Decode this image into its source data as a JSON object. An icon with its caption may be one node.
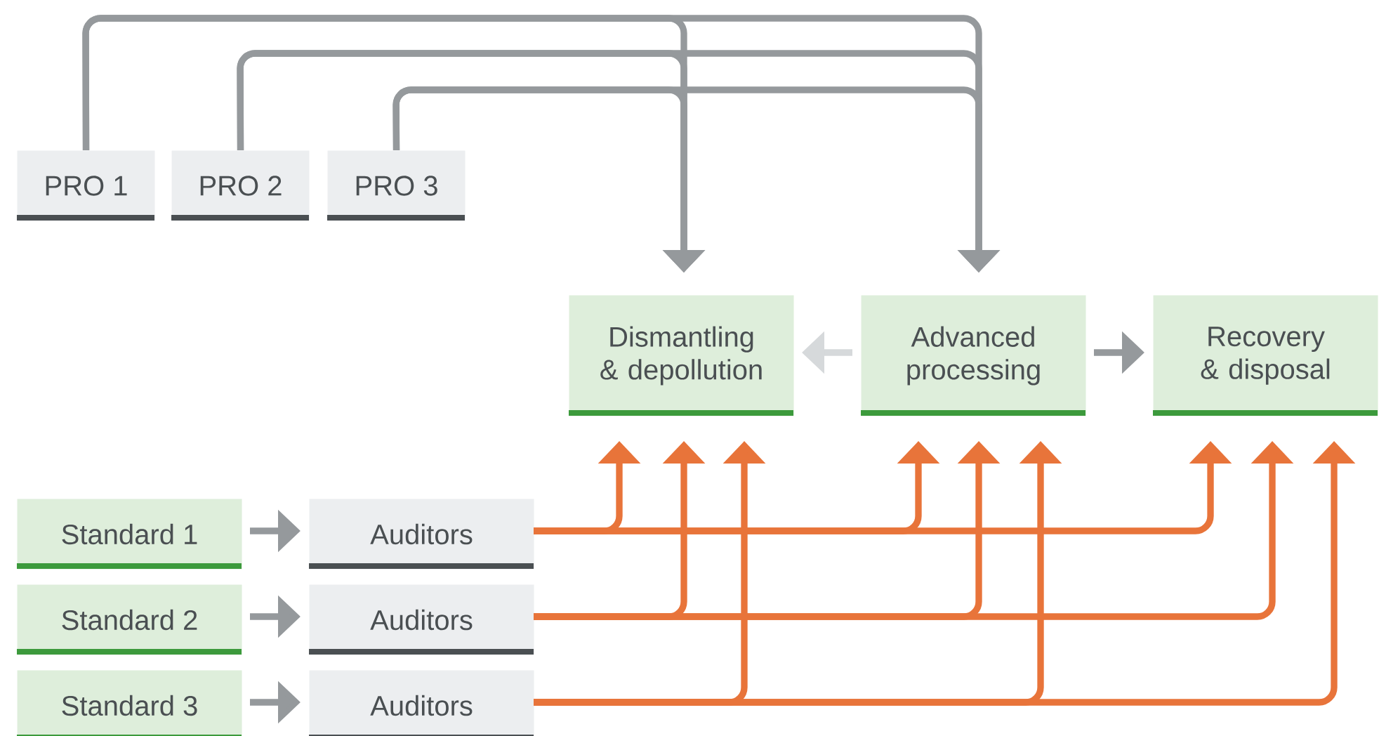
{
  "diagram": {
    "nodes": [
      {
        "text": [
          "PRO 1"
        ]
      },
      {
        "text": [
          "PRO 2"
        ]
      },
      {
        "text": [
          "PRO 3"
        ]
      },
      {
        "text": [
          "Dismantling & depollution"
        ]
      },
      {
        "text": [
          "Advanced processing"
        ]
      },
      {
        "text": [
          "Recovery & disposal"
        ]
      },
      {
        "text": [
          "Standard 1"
        ]
      },
      {
        "text": [
          "Auditors"
        ]
      },
      {
        "text": [
          "Standard 2"
        ]
      },
      {
        "text": [
          "Auditors"
        ]
      },
      {
        "text": [
          "Standard 3"
        ]
      },
      {
        "text": [
          "Auditors"
        ]
      }
    ],
    "edges": [
      {
        "from": 0,
        "to": 3,
        "arrow": "to"
      },
      {
        "from": 0,
        "to": 4,
        "arrow": "to"
      },
      {
        "from": 1,
        "to": 3,
        "arrow": "to"
      },
      {
        "from": 1,
        "to": 4,
        "arrow": "to"
      },
      {
        "from": 2,
        "to": 3,
        "arrow": "to"
      },
      {
        "from": 2,
        "to": 4,
        "arrow": "to"
      },
      {
        "from": 4,
        "to": 3,
        "arrow": "to",
        "color": "#d6d9db"
      },
      {
        "from": 4,
        "to": 5,
        "arrow": "to"
      },
      {
        "from": 6,
        "to": 7,
        "arrow": "to"
      },
      {
        "from": 8,
        "to": 9,
        "arrow": "to"
      },
      {
        "from": 10,
        "to": 11,
        "arrow": "to"
      },
      {
        "from": 7,
        "to": 3,
        "arrow": "to",
        "color": "#e8743a"
      },
      {
        "from": 7,
        "to": 4,
        "arrow": "to",
        "color": "#e8743a"
      },
      {
        "from": 7,
        "to": 5,
        "arrow": "to",
        "color": "#e8743a"
      },
      {
        "from": 9,
        "to": 3,
        "arrow": "to",
        "color": "#e8743a"
      },
      {
        "from": 9,
        "to": 4,
        "arrow": "to",
        "color": "#e8743a"
      },
      {
        "from": 9,
        "to": 5,
        "arrow": "to",
        "color": "#e8743a"
      },
      {
        "from": 11,
        "to": 3,
        "arrow": "to",
        "color": "#e8743a"
      },
      {
        "from": 11,
        "to": 4,
        "arrow": "to",
        "color": "#e8743a"
      },
      {
        "from": 11,
        "to": 5,
        "arrow": "to",
        "color": "#e8743a"
      }
    ]
  }
}
